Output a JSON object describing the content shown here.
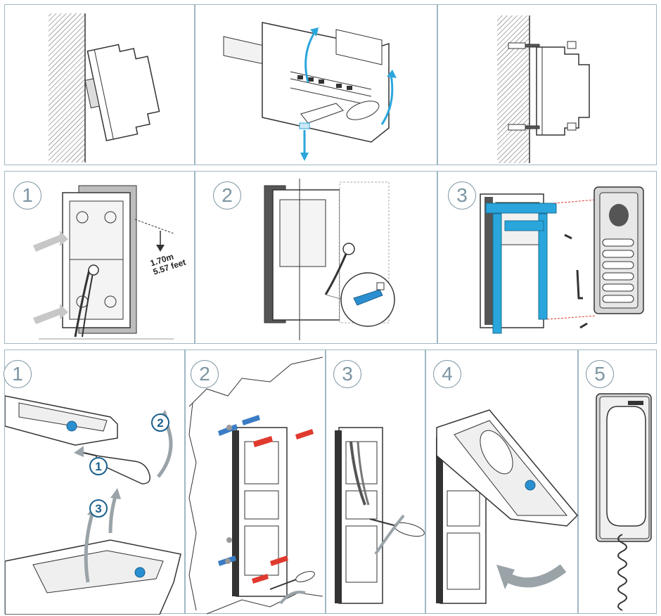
{
  "row2": {
    "steps": [
      "1",
      "2",
      "3"
    ],
    "height_label": {
      "metric": "1.70m",
      "imperial": "5.57 feet"
    }
  },
  "row3": {
    "steps": [
      "1",
      "2",
      "3",
      "4",
      "5"
    ],
    "sub_steps": [
      "1",
      "2",
      "3"
    ]
  },
  "colors": {
    "frame": "#9fb7c4",
    "accent_blue": "#2aa6dc",
    "screw_red": "#e03a2e",
    "screw_blue": "#3b7cc4",
    "arrow_grey": "#9aa3a8",
    "step_circle": "#7c95a3"
  }
}
